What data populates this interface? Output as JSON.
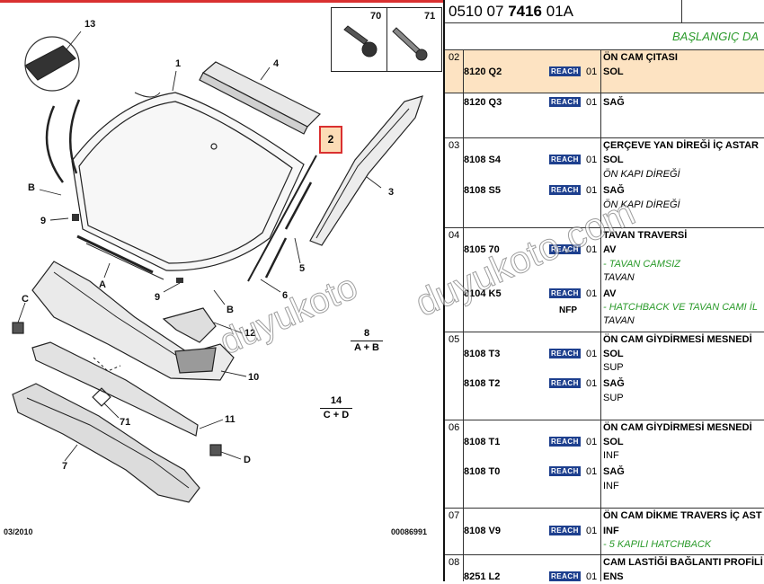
{
  "diagram": {
    "inset_labels": [
      "70",
      "71"
    ],
    "callouts": [
      "13",
      "1",
      "4",
      "2",
      "3",
      "B",
      "9",
      "5",
      "6",
      "A",
      "C",
      "9",
      "B",
      "12",
      "10",
      "71",
      "11",
      "D",
      "7"
    ],
    "combo_8": {
      "num": "8",
      "expr": "A + B"
    },
    "combo_14": {
      "num": "14",
      "expr": "C + D"
    },
    "date": "03/2010",
    "doc_number": "00086991"
  },
  "watermarks": [
    "duyukoto",
    "duyukoto.com"
  ],
  "catalog": {
    "reference": {
      "prefix": "0510 07 ",
      "bold": "7416",
      "suffix": " 01A"
    },
    "section_title": "BAŞLANGIÇ DA",
    "badge_text": "REACH",
    "groups": [
      {
        "num": "02",
        "title": "ÖN CAM ÇITASI",
        "items": [
          {
            "code": "8120 Q2",
            "qty": "01",
            "side": "SOL",
            "notes": []
          },
          {
            "code": "8120 Q3",
            "qty": "01",
            "side": "SAĞ",
            "notes": []
          }
        ]
      },
      {
        "num": "03",
        "title": "ÇERÇEVE YAN DİREĞİ İÇ ASTAR",
        "items": [
          {
            "code": "8108 S4",
            "qty": "01",
            "side": "SOL",
            "notes": [
              "ÖN KAPI DİREĞİ"
            ]
          },
          {
            "code": "8108 S5",
            "qty": "01",
            "side": "SAĞ",
            "notes": [
              "ÖN KAPI DİREĞİ"
            ]
          }
        ]
      },
      {
        "num": "04",
        "title": "TAVAN TRAVERSİ",
        "items": [
          {
            "code": "8105 70",
            "qty": "01",
            "side": "AV",
            "notes": [
              "- TAVAN CAMSIZ",
              "TAVAN"
            ]
          },
          {
            "code": "8104 K5",
            "qty": "01",
            "side": "AV",
            "nfp": "NFP",
            "notes": [
              "- HATCHBACK VE TAVAN CAMI İL",
              "TAVAN"
            ]
          }
        ]
      },
      {
        "num": "05",
        "title": "ÖN CAM GİYDİRMESİ MESNEDİ",
        "items": [
          {
            "code": "8108 T3",
            "qty": "01",
            "side": "SOL",
            "notes": [
              "SUP"
            ]
          },
          {
            "code": "8108 T2",
            "qty": "01",
            "side": "SAĞ",
            "notes": [
              "SUP"
            ]
          }
        ]
      },
      {
        "num": "06",
        "title": "ÖN CAM GİYDİRMESİ MESNEDİ",
        "items": [
          {
            "code": "8108 T1",
            "qty": "01",
            "side": "SOL",
            "notes": [
              "INF"
            ]
          },
          {
            "code": "8108 T0",
            "qty": "01",
            "side": "SAĞ",
            "notes": [
              "INF"
            ]
          }
        ]
      },
      {
        "num": "07",
        "title": "ÖN CAM DİKME TRAVERS İÇ AST",
        "items": [
          {
            "code": "8108 V9",
            "qty": "01",
            "side": "INF",
            "notes": [
              "- 5 KAPILI HATCHBACK"
            ]
          }
        ]
      },
      {
        "num": "08",
        "title": "CAM LASTİĞİ BAĞLANTI PROFİLİ",
        "items": [
          {
            "code": "8251 L2",
            "qty": "01",
            "side": "ENS",
            "notes": []
          }
        ]
      }
    ]
  }
}
